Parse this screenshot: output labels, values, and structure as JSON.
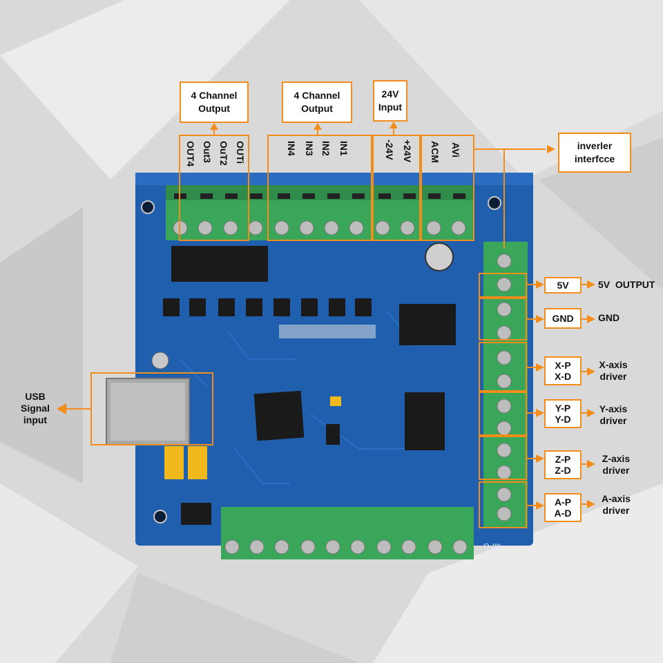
{
  "colors": {
    "orange": "#f28c1a",
    "board": "#1f5fae",
    "terminal": "#3aa65a",
    "chip": "#1a1a1a"
  },
  "top_boxes": {
    "output": {
      "line1": "4 Channel",
      "line2": "Output"
    },
    "input": {
      "line1": "4 Channel",
      "line2": "Output"
    },
    "power": {
      "line1": "24V",
      "line2": "Input"
    },
    "inverter": {
      "line1": "inverler",
      "line2": "interfcce"
    }
  },
  "top_pins": {
    "outputs": [
      "OUTi",
      "OuT2",
      "Out3",
      "OUT4"
    ],
    "inputs": [
      "IN1",
      "IN2",
      "IN3",
      "IN4"
    ],
    "power": [
      "+24V",
      "-24V"
    ],
    "inverter": [
      "AVi",
      "ACM"
    ]
  },
  "usb": {
    "line1": "USB",
    "line2": "Signal",
    "line3": "input"
  },
  "right_rows": [
    {
      "box": [
        "5V"
      ],
      "desc": [
        "5V  OUTPUT"
      ]
    },
    {
      "box": [
        "GND"
      ],
      "desc": [
        "GND"
      ]
    },
    {
      "box": [
        "X-P",
        "X-D"
      ],
      "desc": [
        "X-axis",
        "driver"
      ]
    },
    {
      "box": [
        "Y-P",
        "Y-D"
      ],
      "desc": [
        "Y-axis",
        "driver"
      ]
    },
    {
      "box": [
        "Z-P",
        "Z-D"
      ],
      "desc": [
        "Z-axis",
        "driver"
      ]
    },
    {
      "box": [
        "A-P",
        "A-D"
      ],
      "desc": [
        "A-axis",
        "driver"
      ]
    }
  ],
  "board_marks": {
    "mpg": "MPG"
  }
}
